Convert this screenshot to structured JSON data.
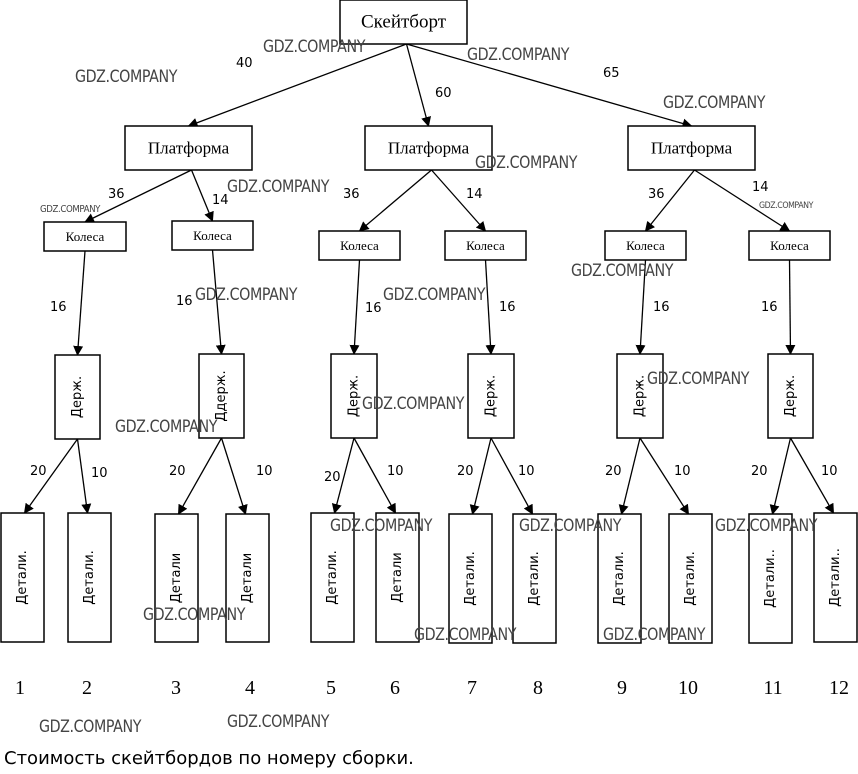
{
  "caption": "Стоимость скейтбордов по номеру сборки.",
  "watermark_text": "GDZ.COMPANY",
  "root": {
    "label": "Скейтборт"
  },
  "platforms": [
    {
      "label": "Платформа",
      "cost": "40",
      "wheels": [
        {
          "label": "Колеса",
          "cost": "36",
          "holder": {
            "label": "Держ.",
            "cost": "16",
            "details": [
              {
                "label": "Детали.",
                "cost": "20",
                "number": "1"
              },
              {
                "label": "Детали.",
                "cost": "10",
                "number": "2"
              }
            ]
          }
        },
        {
          "label": "Колеса",
          "cost": "14",
          "holder": {
            "label": "Ддерж.",
            "cost": "16",
            "details": [
              {
                "label": "Детали",
                "cost": "20",
                "number": "3"
              },
              {
                "label": "Детали",
                "cost": "10",
                "number": "4"
              }
            ]
          }
        }
      ]
    },
    {
      "label": "Платформа",
      "cost": "60",
      "wheels": [
        {
          "label": "Колеса",
          "cost": "36",
          "holder": {
            "label": "Держ.",
            "cost": "16",
            "details": [
              {
                "label": "Детали.",
                "cost": "20",
                "number": "5"
              },
              {
                "label": "Детали",
                "cost": "10",
                "number": "6"
              }
            ]
          }
        },
        {
          "label": "Колеса",
          "cost": "14",
          "holder": {
            "label": "Держ.",
            "cost": "16",
            "details": [
              {
                "label": "Детали.",
                "cost": "20",
                "number": "7"
              },
              {
                "label": "Детали.",
                "cost": "10",
                "number": "8"
              }
            ]
          }
        }
      ]
    },
    {
      "label": "Платформа",
      "cost": "65",
      "wheels": [
        {
          "label": "Колеса",
          "cost": "36",
          "holder": {
            "label": "Держ.",
            "cost": "16",
            "details": [
              {
                "label": "Детали.",
                "cost": "20",
                "number": "9"
              },
              {
                "label": "Детали.",
                "cost": "10",
                "number": "10"
              }
            ]
          }
        },
        {
          "label": "Колеса",
          "cost": "14",
          "holder": {
            "label": "Держ.",
            "cost": "16",
            "details": [
              {
                "label": "Детали..",
                "cost": "20",
                "number": "11"
              },
              {
                "label": "Детали..",
                "cost": "10",
                "number": "12"
              }
            ]
          }
        }
      ]
    }
  ]
}
